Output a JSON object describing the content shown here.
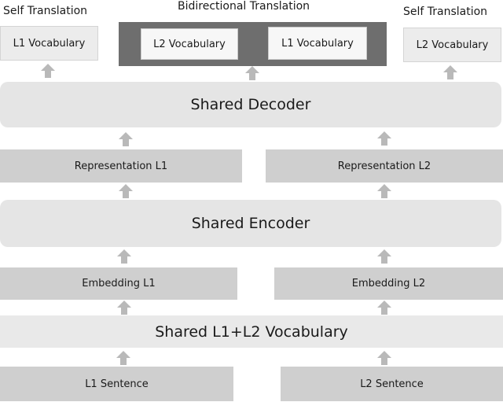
{
  "headings": {
    "self_translation_left": "Self Translation",
    "bidirectional": "Bidirectional Translation",
    "self_translation_right": "Self Translation"
  },
  "outputs": {
    "l1_vocab_left": "L1 Vocabulary",
    "l2_vocab_bi": "L2 Vocabulary",
    "l1_vocab_bi": "L1 Vocabulary",
    "l2_vocab_right": "L2 Vocabulary"
  },
  "decoder": "Shared Decoder",
  "representations": {
    "l1": "Representation L1",
    "l2": "Representation L2"
  },
  "encoder": "Shared Encoder",
  "embeddings": {
    "l1": "Embedding L1",
    "l2": "Embedding L2"
  },
  "shared_vocab": "Shared L1+L2 Vocabulary",
  "sentences": {
    "l1": "L1 Sentence",
    "l2": "L2 Sentence"
  }
}
